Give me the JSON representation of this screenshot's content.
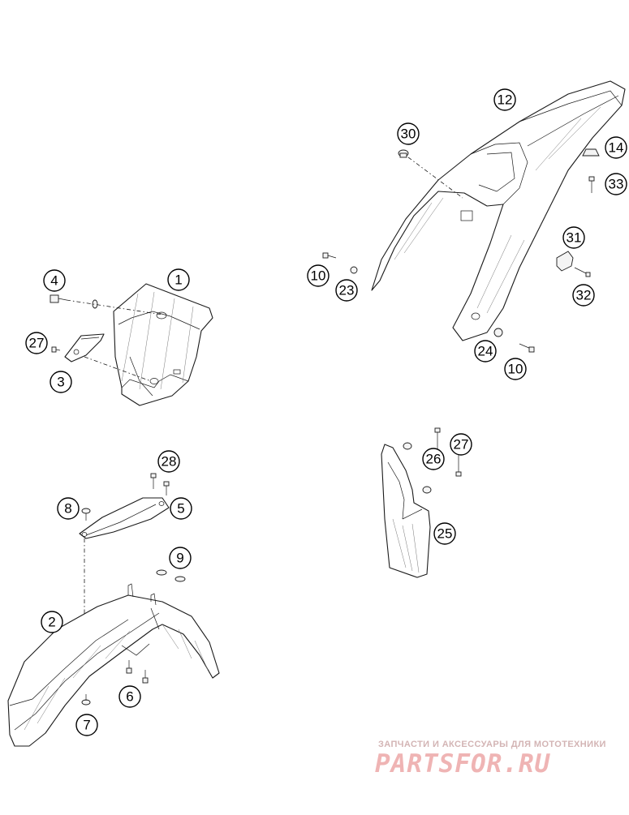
{
  "callouts": [
    {
      "label": "1"
    },
    {
      "label": "2"
    },
    {
      "label": "3"
    },
    {
      "label": "4"
    },
    {
      "label": "5"
    },
    {
      "label": "6"
    },
    {
      "label": "7"
    },
    {
      "label": "8"
    },
    {
      "label": "9"
    },
    {
      "label": "10"
    },
    {
      "label": "10"
    },
    {
      "label": "12"
    },
    {
      "label": "14"
    },
    {
      "label": "23"
    },
    {
      "label": "24"
    },
    {
      "label": "25"
    },
    {
      "label": "26"
    },
    {
      "label": "27"
    },
    {
      "label": "27"
    },
    {
      "label": "28"
    },
    {
      "label": "30"
    },
    {
      "label": "31"
    },
    {
      "label": "32"
    },
    {
      "label": "33"
    }
  ],
  "watermark": {
    "tagline": "ЗАПЧАСТИ И АКСЕССУАРЫ ДЛЯ МОТОТЕХНИКИ",
    "logo": "PARTSFOR.RU"
  }
}
